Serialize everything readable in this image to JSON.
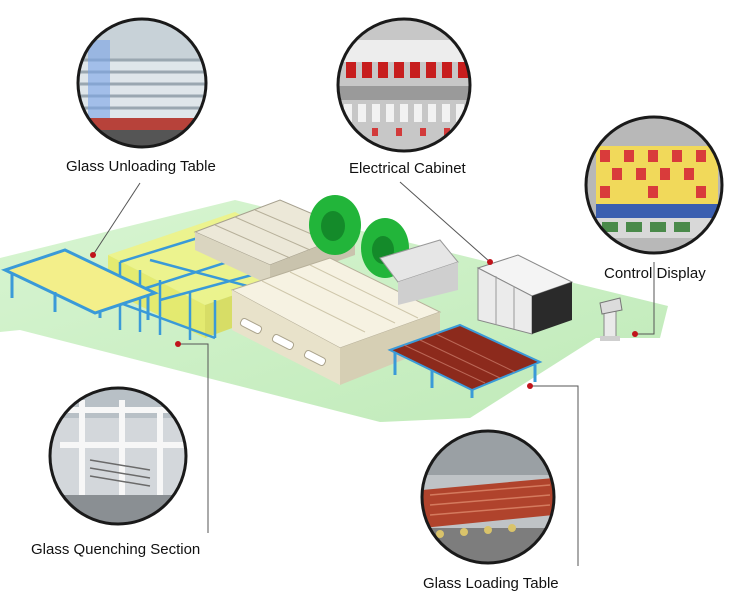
{
  "labels": {
    "unloading": "Glass Unloading Table",
    "cabinet": "Electrical Cabinet",
    "display": "Control Display",
    "quenching": "Glass Quenching Section",
    "loading": "Glass Loading Table"
  },
  "colors": {
    "floor": "#c9f0c4",
    "leader_line": "#555555",
    "marker_dot": "#c0141b",
    "frame_blue": "#3a9ad8",
    "fan_green": "#22b53a",
    "furnace": "#efe9d6",
    "loading_table": "#8c2a1c",
    "quench_yellow": "#f2f06a",
    "cabinet": "#efefef",
    "photo_ring": "#1a1a1a"
  },
  "icons": {
    "unloading_photo": "glass-unloading-table-photo",
    "cabinet_photo": "electrical-cabinet-photo",
    "display_photo": "control-display-photo",
    "quenching_photo": "quenching-section-photo",
    "loading_photo": "glass-loading-table-photo"
  }
}
